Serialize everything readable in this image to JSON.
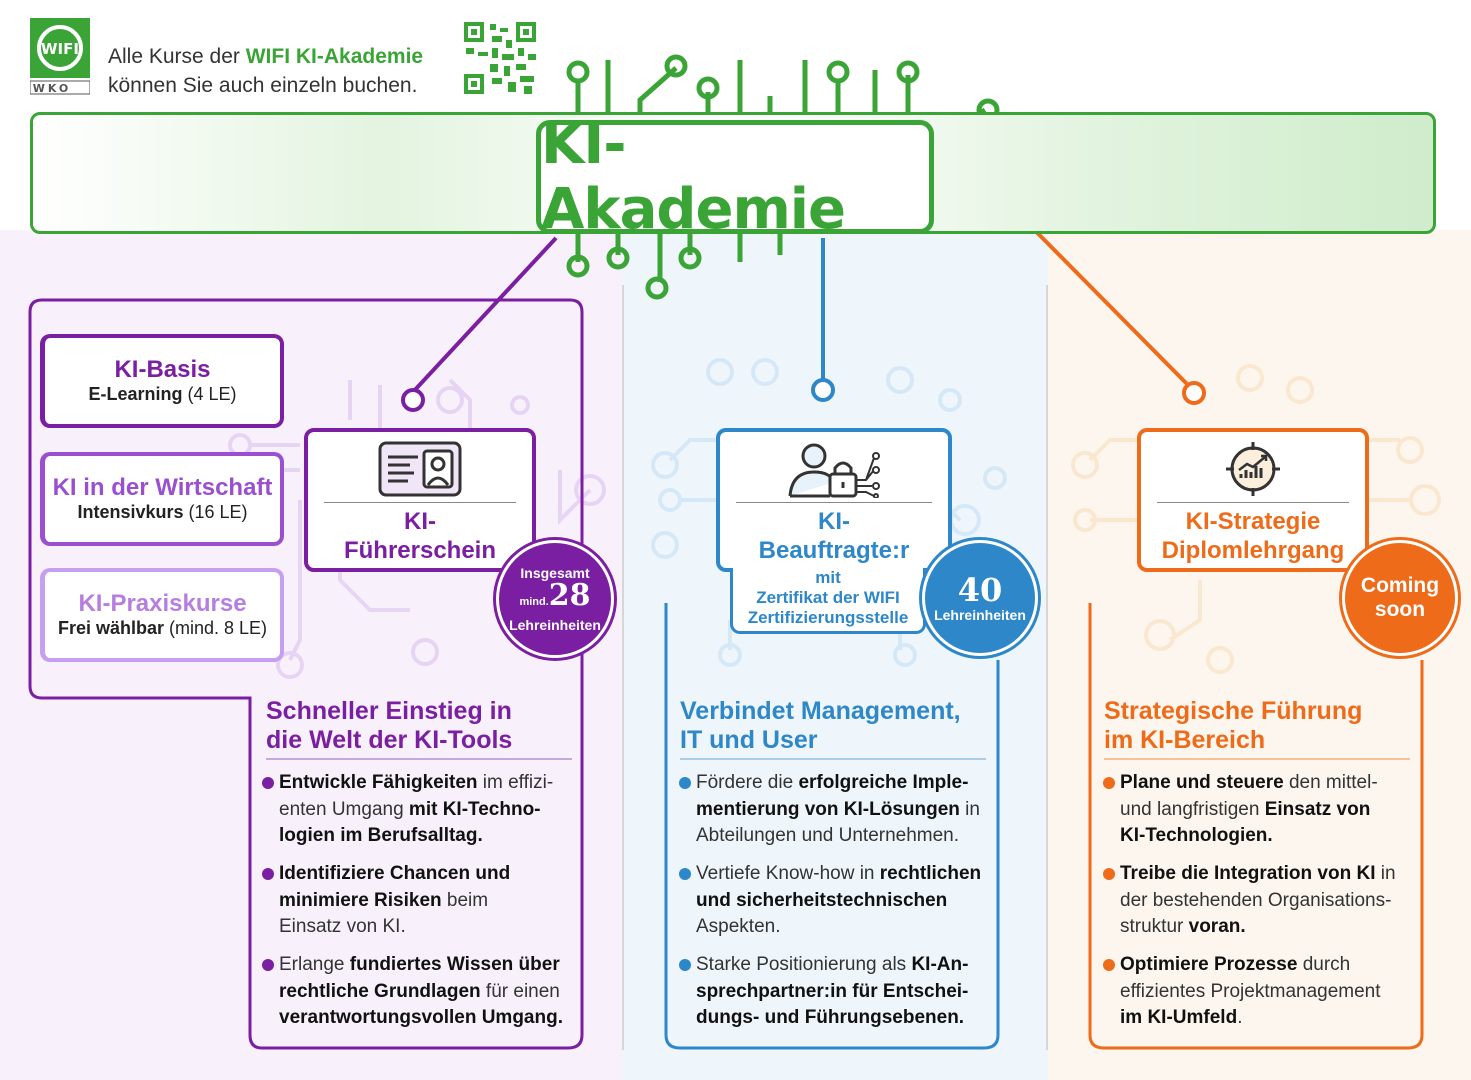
{
  "header": {
    "logo_text": "WIFI",
    "logo_sub": "WKO",
    "intro_line1_pre": "Alle Kurse der ",
    "intro_line1_bold": "WIFI KI-Akademie",
    "intro_line2": "können Sie auch einzeln buchen.",
    "title": "KI-Akademie"
  },
  "colors": {
    "green": "#3aa536",
    "purple": "#7b1fa2",
    "purple_light": "#b57ee0",
    "blue": "#2d87c8",
    "orange": "#ee6b1a"
  },
  "purple": {
    "courses": [
      {
        "title": "KI-Basis",
        "sub_bold": "E-Learning",
        "sub": " (4 LE)"
      },
      {
        "title": "KI in der Wirtschaft",
        "sub_bold": "Intensivkurs",
        "sub": " (16 LE)"
      },
      {
        "title": "KI-Praxiskurse",
        "sub_bold": "Frei wählbar",
        "sub": " (mind. 8 LE)"
      }
    ],
    "card_title_1": "KI-",
    "card_title_2": "Führerschein",
    "card_icon": "id-card-icon",
    "badge_top": "Insgesamt",
    "badge_min": "mind.",
    "badge_num": "28",
    "badge_bottom": "Lehreinheiten",
    "heading_1": "Schneller Einstieg in",
    "heading_2": "die Welt der KI-Tools",
    "bullets": [
      {
        "b1": "Entwickle Fähigkeiten",
        "t1": " im effizi-",
        "l2": "enten Umgang ",
        "b2": "mit KI-Techno-",
        "b3": "logien im Berufsalltag.",
        "t3": ""
      },
      {
        "b1": "Identifiziere Chancen und",
        "t1": "",
        "l2": "",
        "b2": "minimiere Risiken",
        "t2": " beim",
        "t3": "Einsatz von KI."
      },
      {
        "b1": "",
        "t1": "Erlange ",
        "b1b": "fundiertes Wissen über",
        "b2": "rechtliche Grundlagen",
        "t2": " für einen",
        "b3": "verantwortungsvollen Umgang."
      }
    ]
  },
  "blue": {
    "card_title_1": "KI-",
    "card_title_2": "Beauftragte:r",
    "card_icon": "person-lock-icon",
    "note_1": "mit",
    "note_2": "Zertifikat der WIFI",
    "note_3": "Zertifizierungsstelle",
    "badge_num": "40",
    "badge_bottom": "Lehreinheiten",
    "heading_1": "Verbindet Management,",
    "heading_2": "IT und User",
    "bullets": [
      {
        "t1": "Fördere die ",
        "b1": "erfolgreiche Imple-",
        "b2": "mentierung von KI-Lösungen",
        "t2": " in",
        "t3": "Abteilungen und Unternehmen."
      },
      {
        "t1": "Vertiefe Know-how in ",
        "b1": "rechtlichen",
        "b2": "und sicherheitstechnischen",
        "t3": "Aspekten."
      },
      {
        "t1": "Starke Positionierung als ",
        "b1": "KI-An-",
        "b2": "sprechpartner:in für Entschei-",
        "b3": "dungs- und Führungsebenen."
      }
    ]
  },
  "orange": {
    "card_title_1": "KI-Strategie",
    "card_title_2": "Diplomlehrgang",
    "card_icon": "chart-target-icon",
    "badge_1": "Coming",
    "badge_2": "soon",
    "heading_1": "Strategische Führung",
    "heading_2": "im KI-Bereich",
    "bullets": [
      {
        "b1": "Plane und steuere",
        "t1": " den mittel-",
        "l2": "und langfristigen ",
        "b2": "Einsatz von",
        "b3": "KI-Technologien."
      },
      {
        "b1": "Treibe die Integration von KI",
        "t1": " in",
        "l2": "der bestehenden Organisations-",
        "l3": "struktur ",
        "b3": "voran."
      },
      {
        "b1": "Optimiere Prozesse",
        "t1": " durch",
        "l2": "effizientes Projektmanagement",
        "b3": "im KI-Umfeld",
        "t3": "."
      }
    ]
  }
}
